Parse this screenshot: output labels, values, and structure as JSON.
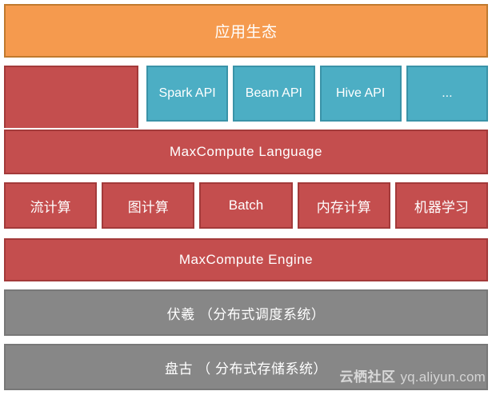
{
  "diagram": {
    "title_row": {
      "label": "应用生态",
      "color": "#F59A4E",
      "border_color": "#C17A2E"
    },
    "api_row": {
      "left_block_color": "#C44E4E",
      "box_color": "#4CAEC4",
      "box_border_color": "#3A93A8",
      "boxes": [
        {
          "label": "Spark API"
        },
        {
          "label": "Beam API"
        },
        {
          "label": "Hive API"
        },
        {
          "label": "..."
        }
      ]
    },
    "language_row": {
      "label": "MaxCompute Language",
      "color": "#C44E4E",
      "border_color": "#A33A3A"
    },
    "compute_row": {
      "color": "#C44E4E",
      "border_color": "#A33A3A",
      "boxes": [
        {
          "label": "流计算"
        },
        {
          "label": "图计算"
        },
        {
          "label": "Batch"
        },
        {
          "label": "内存计算"
        },
        {
          "label": "机器学习"
        }
      ]
    },
    "engine_row": {
      "label": "MaxCompute Engine",
      "color": "#C44E4E",
      "border_color": "#A33A3A"
    },
    "scheduler_row": {
      "label": "伏羲 （分布式调度系统）",
      "color": "#878787"
    },
    "storage_row": {
      "label": "盘古 （ 分布式存储系统）",
      "color": "#878787"
    }
  },
  "watermark": {
    "site_name": "云栖社区",
    "url": "yq.aliyun.com"
  }
}
